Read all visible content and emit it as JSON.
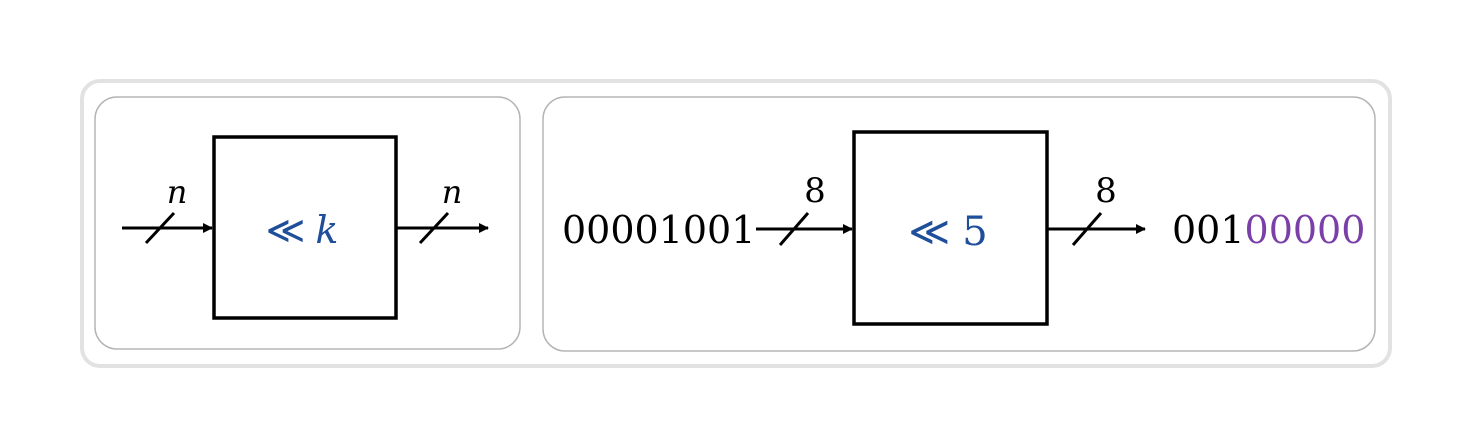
{
  "colors": {
    "shift_operator": "#1f4e9a",
    "shifted_in_zeros": "#7b3fa8",
    "stroke": "#000000",
    "outer_frame_border": "#e2e2e2",
    "panel_border": "#b5b5b5"
  },
  "general_panel": {
    "input_width_label": "n",
    "output_width_label": "n",
    "block_operator": "≪",
    "block_amount": "k"
  },
  "example_panel": {
    "input_value": "00001001",
    "input_width_label": "8",
    "output_width_label": "8",
    "block_operator": "≪",
    "block_amount": "5",
    "output_value_kept": "001",
    "output_value_zeros": "00000"
  }
}
